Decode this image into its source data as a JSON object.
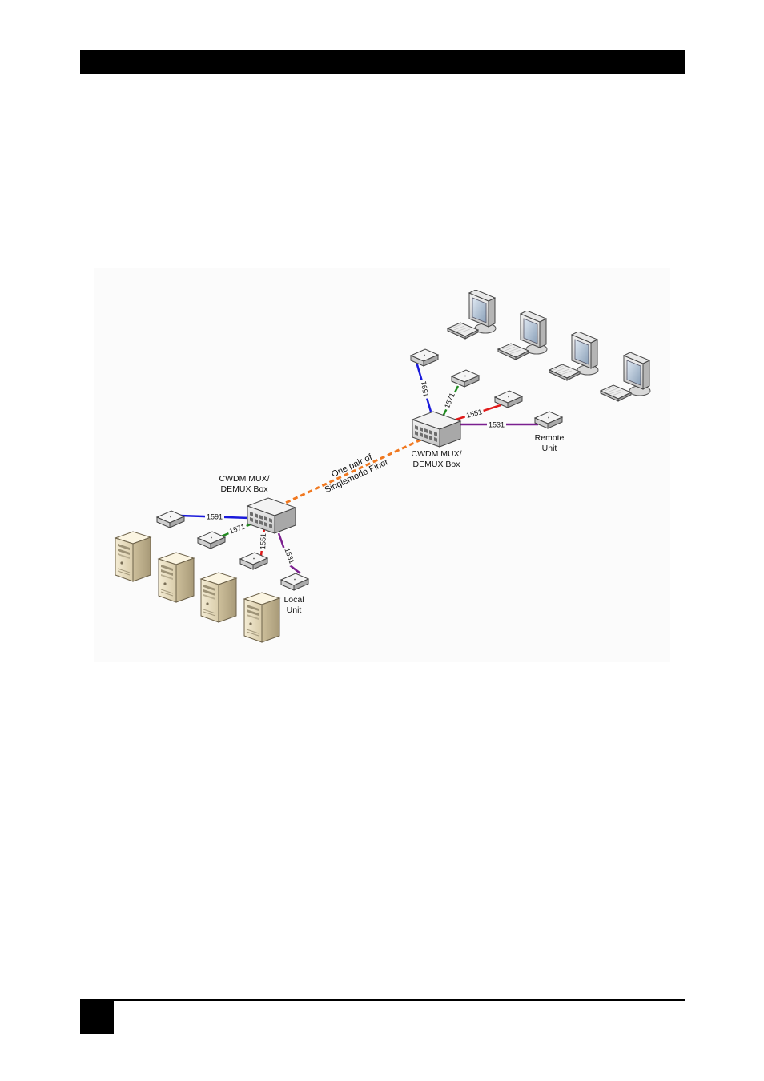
{
  "colors": {
    "blue": "#1a1adb",
    "green": "#1f8a1f",
    "red": "#e01a1a",
    "purple": "#7b1f8f",
    "fiber": "#f07820"
  },
  "diagram": {
    "local_mux_label": [
      "CWDM MUX/",
      "DEMUX Box"
    ],
    "remote_mux_label": [
      "CWDM MUX/",
      "DEMUX Box"
    ],
    "fiber_label": [
      "One pair of",
      "Singlemode Fiber"
    ],
    "local_unit_label": [
      "Local",
      "Unit"
    ],
    "remote_unit_label": [
      "Remote",
      "Unit"
    ],
    "wavelengths": [
      "1591",
      "1571",
      "1551",
      "1531"
    ],
    "icons": {
      "server": "server-tower-icon",
      "monitor": "crt-monitor-icon",
      "keyboard": "keyboard-icon",
      "extender": "extender-unit-icon",
      "mux": "cwdm-mux-box-icon"
    }
  }
}
